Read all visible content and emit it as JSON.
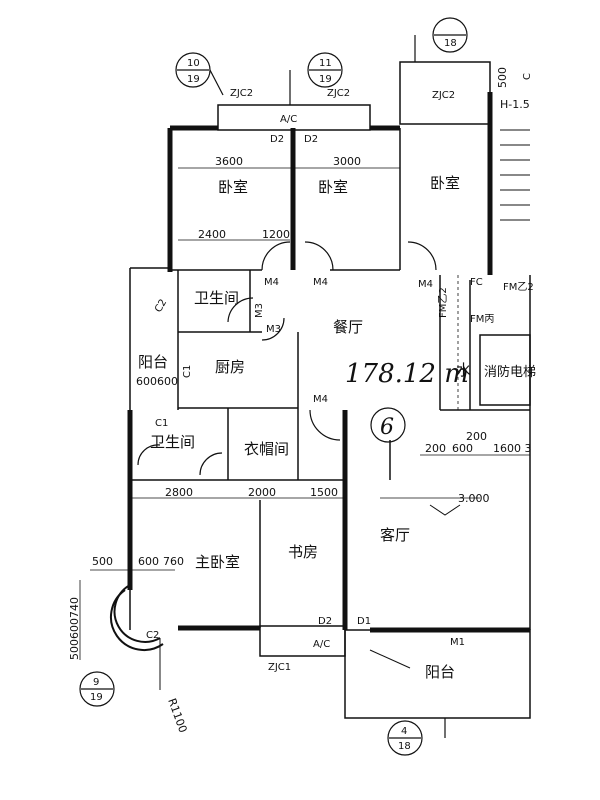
{
  "rooms": {
    "bedroom_1": "卧室",
    "bedroom_2": "卧室",
    "bedroom_3": "卧室",
    "dining": "餐厅",
    "bathroom_1": "卫生间",
    "bathroom_2": "卫生间",
    "kitchen": "厨房",
    "balcony_small": "阳台",
    "cloakroom": "衣帽间",
    "master_bedroom": "主卧室",
    "study": "书房",
    "living": "客厅",
    "balcony_main": "阳台",
    "water": "水",
    "fire_elevator": "消防电梯"
  },
  "dimensions": {
    "d3600": "3600",
    "d3000": "3000",
    "d2400": "2400",
    "d1200": "1200",
    "d2800": "2800",
    "d2000": "2000",
    "d1500": "1500",
    "d500": "500",
    "d600": "600",
    "d760": "760",
    "d500_600_740": "500600740",
    "d200_a": "200",
    "d600_b": "600",
    "d200_b": "200",
    "d1600": "1600 3",
    "d3000b": "3.000",
    "d600_600": "600600",
    "d500_right": "500",
    "r1100": "R1100",
    "h15": "H-1.5"
  },
  "tags": {
    "zjc2_a": "ZJC2",
    "zjc2_b": "ZJC2",
    "zjc2_c": "ZJC2",
    "ac_top": "A/C",
    "d2_a": "D2",
    "d2_b": "D2",
    "m4_a": "M4",
    "m4_b": "M4",
    "m4_c": "M4",
    "m4_d": "M4",
    "m3": "M3",
    "m3b": "M3",
    "c2_top": "C2",
    "c1_win": "C1",
    "c1": "C1",
    "fm_b2": "FM乙2",
    "fm_bing": "FM丙",
    "fm_b2_b": "FM乙2",
    "fc": "FC",
    "d2_c": "D2",
    "d1": "D1",
    "ac_bottom": "A/C",
    "zjc1": "ZJC1",
    "m1": "M1",
    "c2_bottom": "C2",
    "c_top_right": "C"
  },
  "axis": {
    "a10_19_top": "10",
    "a10_19_bot": "19",
    "a11_19_top": "11",
    "a11_19_bot": "19",
    "a_top_right": "18",
    "a9_19_top": "9",
    "a9_19_bot": "19",
    "a4_18_top": "4",
    "a4_18_bot": "18"
  },
  "annotation": {
    "area": "178.12 m",
    "circled": "6"
  }
}
